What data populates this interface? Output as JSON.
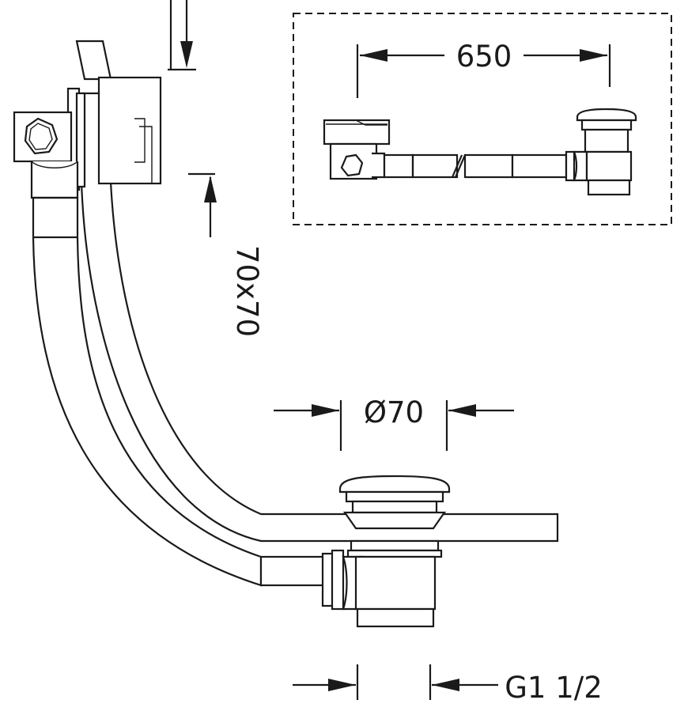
{
  "dimensions": {
    "overflow_length": "650",
    "overflow_size": "70x70",
    "waste_diameter": "Ø70",
    "thread": "G1 1/2"
  },
  "line_color": "#1a1a1a",
  "hatch_color": "#1a1a1a",
  "background_color": "#ffffff"
}
